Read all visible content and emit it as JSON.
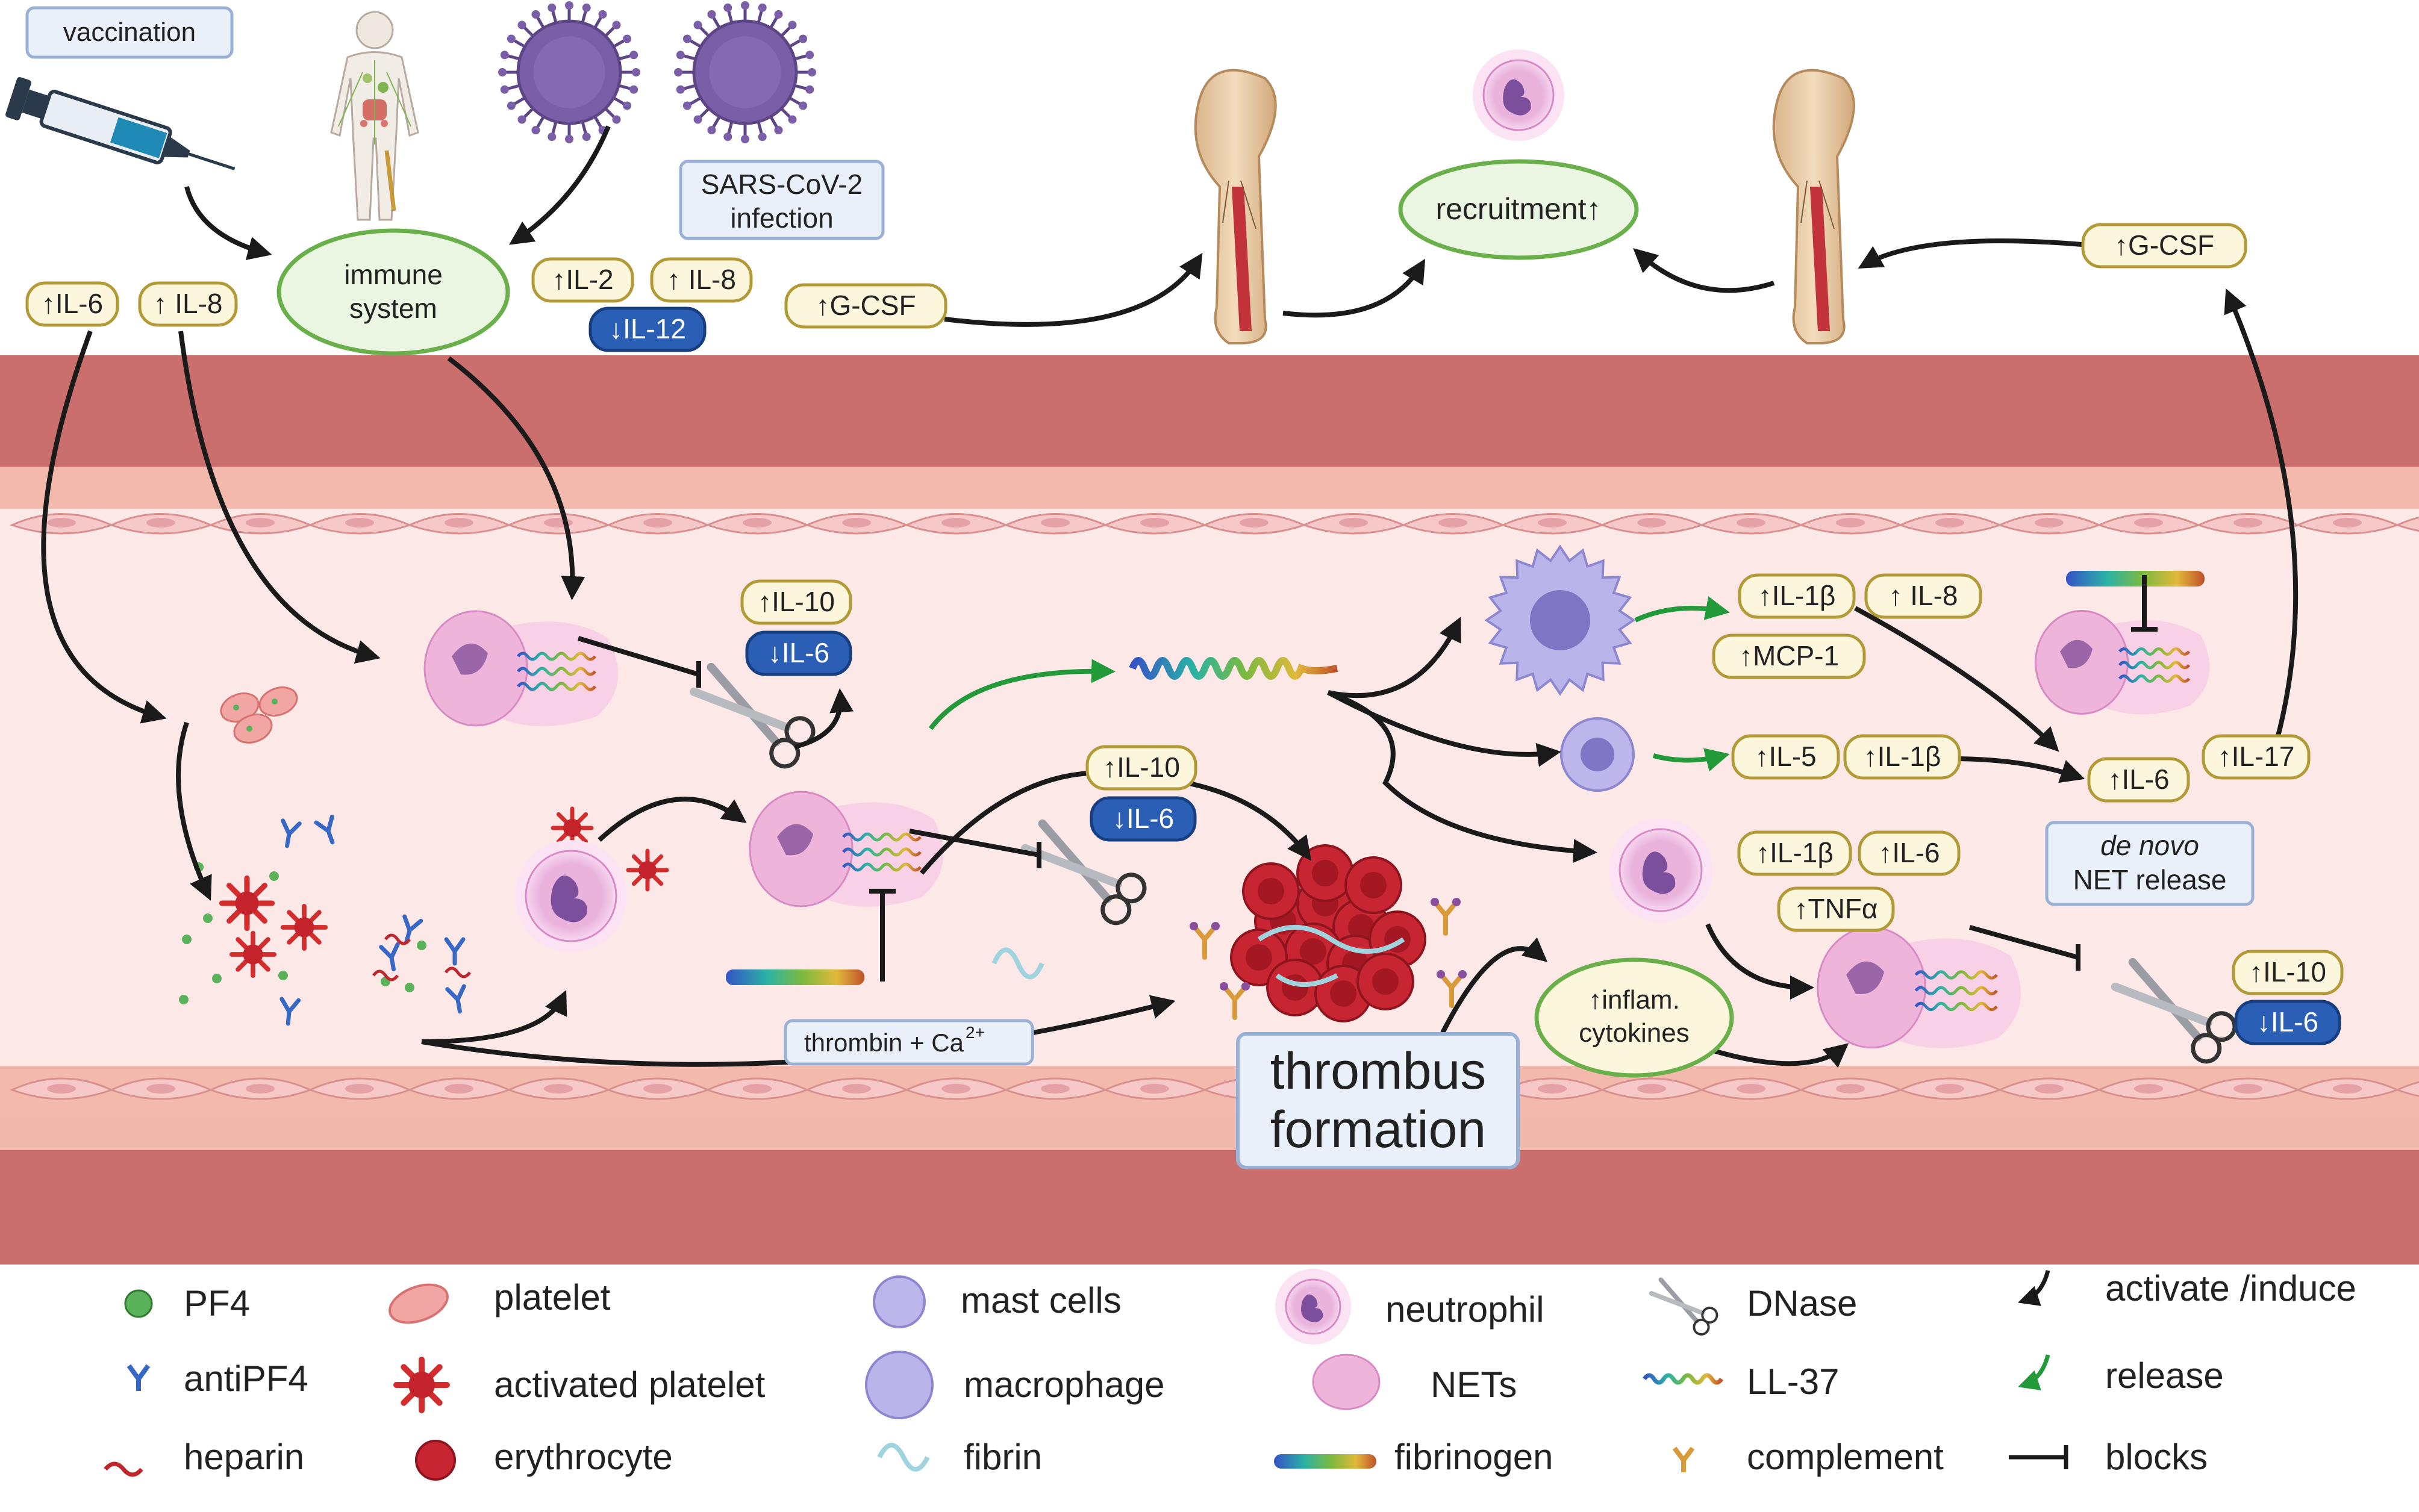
{
  "colors": {
    "vessel_wall": "#cb6e6e",
    "vessel_wall_light": "#f4b9ad",
    "lumen": "#fde8e8",
    "cell_layer": "#f6c8c8",
    "up_label_fill": "#fcf7dc",
    "up_label_stroke": "#b29a36",
    "down_label_fill": "#2a5fb5",
    "down_label_stroke": "#163e80",
    "box_fill": "#eaf0f9",
    "box_stroke": "#9ab1d6",
    "ellipse_fill": "#eaf6e2",
    "ellipse_stroke": "#69b04a",
    "release_arrow": "#239a3a",
    "neutrophil": "#e6a9d8",
    "macrophage": "#a9a6e2",
    "erythrocyte": "#c72531",
    "activated_platelet": "#d42d2d",
    "pf4": "#5ab25a",
    "antipf4": "#3868c6"
  },
  "boxes": {
    "vaccination": "vaccination",
    "sars_line1": "SARS-CoV-2",
    "sars_line2": "infection",
    "thrombin": "thrombin + Ca",
    "thrombin_sup": "2+",
    "thrombus_line1": "thrombus",
    "thrombus_line2": "formation",
    "denovo_line1": "de novo",
    "denovo_line2": "NET release"
  },
  "ellipses": {
    "immune_line1": "immune",
    "immune_line2": "system",
    "recruitment": "recruitment↑",
    "inflam_line1": "↑inflam.",
    "inflam_line2": "cytokines"
  },
  "labels": {
    "il6_top": "↑IL-6",
    "il8_top": "↑ IL-8",
    "il2": "↑IL-2",
    "il8_mid": "↑ IL-8",
    "il12": "↓IL-12",
    "gcsf_left": "↑G-CSF",
    "gcsf_right": "↑G-CSF",
    "il10_a": "↑IL-10",
    "il6_down_a": "↓IL-6",
    "il10_b": "↑IL-10",
    "il6_down_b": "↓IL-6",
    "il1b_a": "↑IL-1β",
    "il8_b": "↑ IL-8",
    "mcp1": "↑MCP-1",
    "il5": "↑IL-5",
    "il1b_b": "↑IL-1β",
    "il6_c": "↑IL-6",
    "il17": "↑IL-17",
    "il1b_c": "↑IL-1β",
    "il6_d": "↑IL-6",
    "tnfa": "↑TNFα",
    "il10_c": "↑IL-10",
    "il6_down_c": "↓IL-6"
  },
  "legend": {
    "pf4": "PF4",
    "antipf4": "antiPF4",
    "heparin": "heparin",
    "platelet": "platelet",
    "activated_platelet": "activated platelet",
    "erythrocyte": "erythrocyte",
    "mast_cells": "mast cells",
    "macrophage": "macrophage",
    "fibrin": "fibrin",
    "neutrophil": "neutrophil",
    "nets": "NETs",
    "fibrinogen": "fibrinogen",
    "dnase": "DNase",
    "ll37": "LL-37",
    "complement": "complement",
    "activate_induce": "activate /induce",
    "release": "release",
    "blocks": "blocks"
  }
}
